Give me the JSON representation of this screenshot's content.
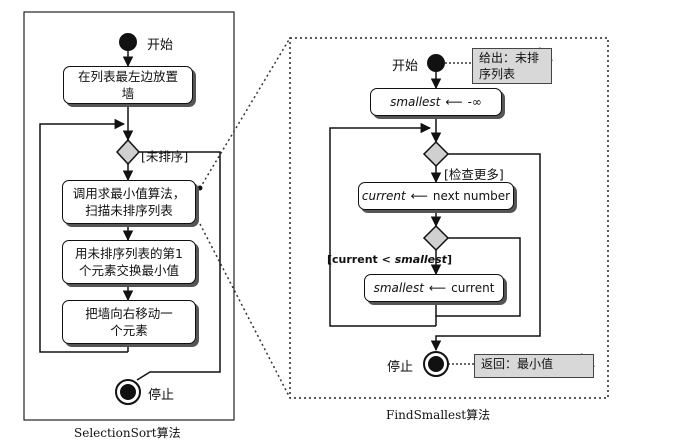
{
  "selection_sort": {
    "caption": "SelectionSort算法",
    "start": "开始",
    "stop": "停止",
    "step1": "在列表最左边放置墙",
    "guard": "[未排序]",
    "step2": "调用求最小值算法，扫描未排序列表",
    "step3": "用未排序列表的第1个元素交换最小值",
    "step4": "把墙向右移动一个元素"
  },
  "find_smallest": {
    "caption": "FindSmallest算法",
    "start": "开始",
    "stop": "停止",
    "note_given": "给出：未排序列表",
    "note_return": "返回：最小值",
    "init": {
      "var": "smallest",
      "value": "-∞"
    },
    "guard_more": "[检查更多]",
    "next": {
      "var": "current",
      "value": "next number"
    },
    "guard_compare": {
      "lhs": "current",
      "op": "<",
      "rhs": "smallest"
    },
    "assign": {
      "var": "smallest",
      "value": "current"
    }
  },
  "icons": {
    "arrow": "left-arrow-icon",
    "fork": "decision-diamond-icon"
  }
}
